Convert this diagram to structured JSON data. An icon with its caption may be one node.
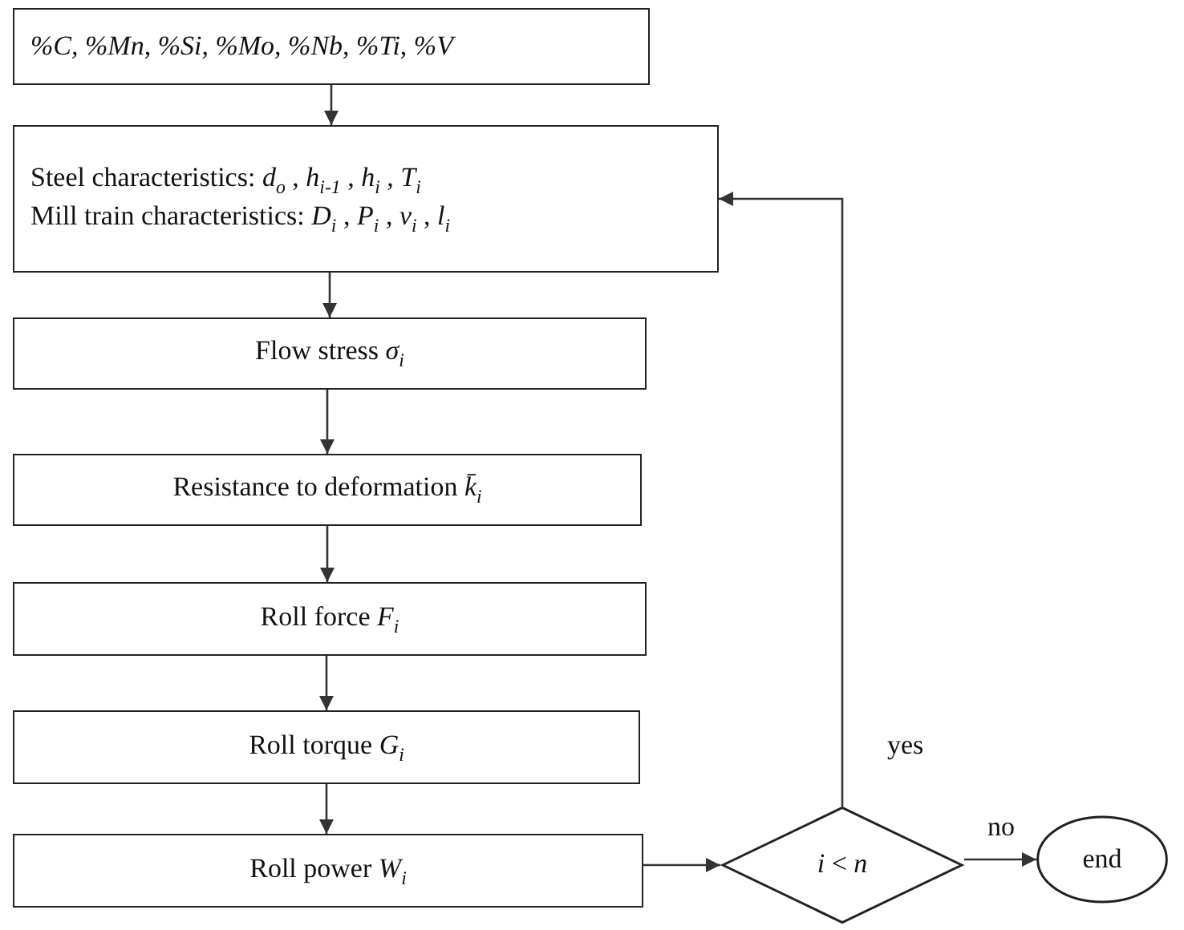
{
  "diagram": {
    "nodes": [
      {
        "text": [
          "%C, %Mn, %Si, %Mo, %Nb, %Ti, %V"
        ]
      },
      {
        "text": [
          "Steel characteristics: *d*$_{o}$ , *h*$_{i-1}$ , *h*$_{i}$ , *T*$_{i}$",
          "Mill train characteristics: *D*$_{i}$ , *P*$_{i}$ , *v*$_{i}$ , *l*$_{i}$"
        ]
      },
      {
        "text": [
          "Flow stress *σ*$_{i}$"
        ]
      },
      {
        "text": [
          "Resistance to deformation *k̄*$_{i}$"
        ]
      },
      {
        "text": [
          "Roll force *F*$_{i}$"
        ]
      },
      {
        "text": [
          "Roll torque *G*$_{i}$"
        ]
      },
      {
        "text": [
          "Roll power *W*$_{i}$"
        ]
      },
      {
        "text": [
          "*i* < *n*"
        ]
      },
      {
        "text": [
          "end"
        ]
      }
    ],
    "edges": [
      {
        "from": 0,
        "to": 1,
        "arrow": "to"
      },
      {
        "from": 1,
        "to": 2,
        "arrow": "to"
      },
      {
        "from": 2,
        "to": 3,
        "arrow": "to"
      },
      {
        "from": 3,
        "to": 4,
        "arrow": "to"
      },
      {
        "from": 4,
        "to": 5,
        "arrow": "to"
      },
      {
        "from": 5,
        "to": 6,
        "arrow": "to"
      },
      {
        "from": 6,
        "to": 7,
        "arrow": "to"
      },
      {
        "from": 7,
        "to": 8,
        "label": "no",
        "arrow": "to"
      },
      {
        "from": 7,
        "to": 1,
        "label": "yes",
        "arrow": "to"
      }
    ]
  }
}
